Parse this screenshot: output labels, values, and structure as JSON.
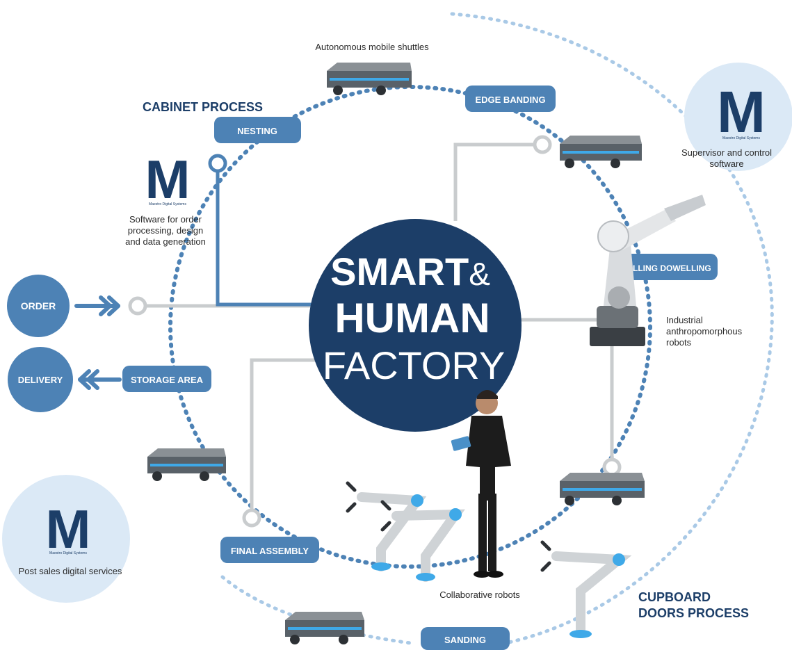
{
  "center": {
    "line1": "SMART",
    "amp": "&",
    "line2": "HUMAN",
    "line3": "FACTORY"
  },
  "process_headings": {
    "cabinet": "CABINET PROCESS",
    "cupboard_line1": "CUPBOARD",
    "cupboard_line2": "DOORS PROCESS"
  },
  "stations": {
    "nesting": "NESTING",
    "edge_banding": "EDGE BANDING",
    "drilling_dowelling": "DRILLING DOWELLING",
    "storage_area": "STORAGE AREA",
    "final_assembly": "FINAL ASSEMBLY",
    "sanding": "SANDING"
  },
  "endpoints": {
    "order": "ORDER",
    "delivery": "DELIVERY"
  },
  "logos": {
    "letter": "M",
    "subtext": "Maestro Digital Systems"
  },
  "captions": {
    "shuttles": "Autonomous mobile shuttles",
    "supervisor_line1": "Supervisor and control",
    "supervisor_line2": "software",
    "order_software_line1": "Software for order",
    "order_software_line2": "processing, design",
    "order_software_line3": "and data generation",
    "industrial_line1": "Industrial",
    "industrial_line2": "anthropomorphous",
    "industrial_line3": "robots",
    "post_sales": "Post sales digital services",
    "collaborative": "Collaborative robots"
  },
  "colors": {
    "navy": "#1c3e68",
    "station_blue": "#4d82b5",
    "light_blue": "#a9c9e6",
    "pale_circle": "#dbe9f6",
    "connector_grey": "#c9ccce",
    "robot_grey": "#596168",
    "robot_accent": "#3fa9e8"
  }
}
